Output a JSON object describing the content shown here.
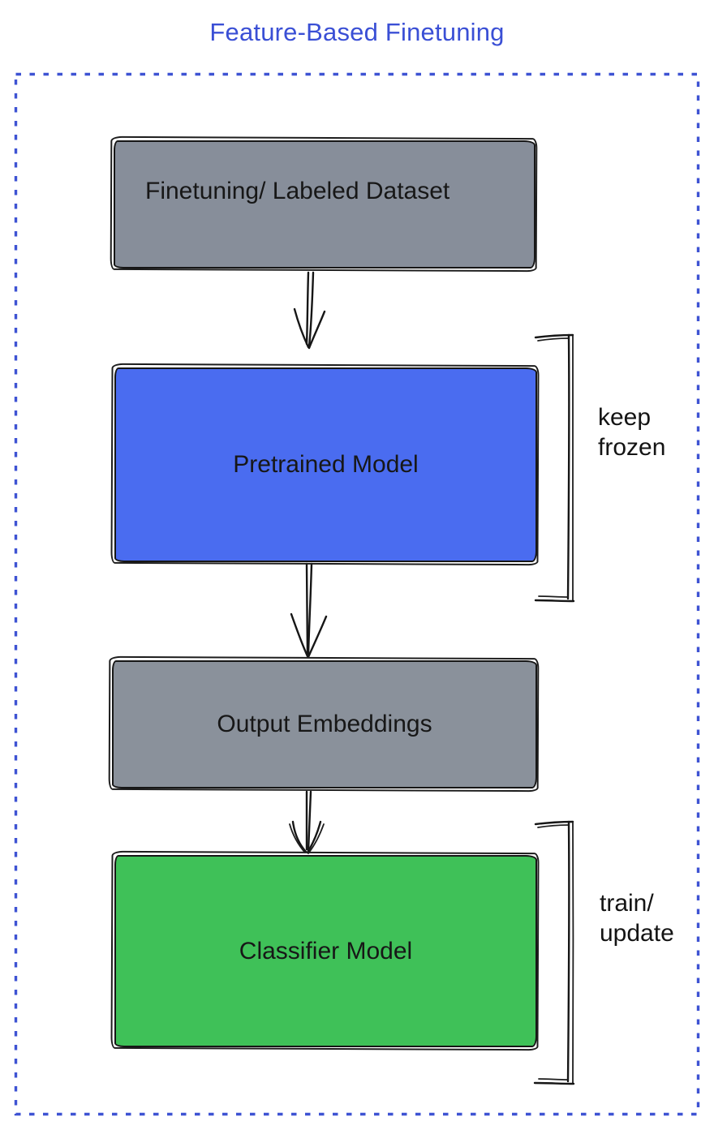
{
  "title": {
    "text": "Feature-Based Finetuning",
    "color": "#3a4fd5"
  },
  "frame": {
    "border_color": "#3e53d3",
    "style": "dotted"
  },
  "nodes": [
    {
      "id": "finetuning-dataset",
      "label": "Finetuning/ Labeled Dataset",
      "fill": "#878e9a"
    },
    {
      "id": "pretrained-model",
      "label": "Pretrained Model",
      "fill": "#4a6cf0"
    },
    {
      "id": "output-embeddings",
      "label": "Output Embeddings",
      "fill": "#8a919b"
    },
    {
      "id": "classifier-model",
      "label": "Classifier Model",
      "fill": "#3fc158"
    }
  ],
  "edges": [
    {
      "from": "finetuning-dataset",
      "to": "pretrained-model",
      "style": "arrow-down"
    },
    {
      "from": "pretrained-model",
      "to": "output-embeddings",
      "style": "arrow-down"
    },
    {
      "from": "output-embeddings",
      "to": "classifier-model",
      "style": "arrow-down"
    }
  ],
  "annotations": [
    {
      "id": "keep-frozen",
      "label": "keep\nfrozen",
      "target": "pretrained-model"
    },
    {
      "id": "train-update",
      "label": "train/\nupdate",
      "target": "classifier-model"
    }
  ]
}
